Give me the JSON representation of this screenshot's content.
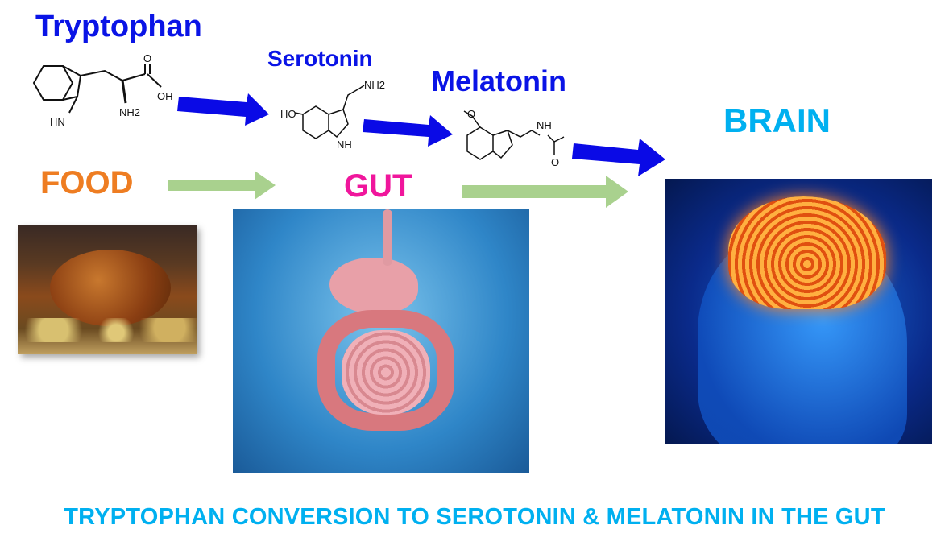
{
  "labels": {
    "tryptophan": "Tryptophan",
    "serotonin": "Serotonin",
    "melatonin": "Melatonin",
    "food": "FOOD",
    "gut": "GUT",
    "brain": "BRAIN"
  },
  "molecules": {
    "tryptophan": {
      "oh": "OH",
      "o": "O",
      "nh2": "NH2",
      "hn": "HN"
    },
    "serotonin": {
      "ho": "HO",
      "nh2": "NH2",
      "nh": "NH"
    },
    "melatonin": {
      "o": "O",
      "nh": "NH",
      "o2": "O"
    }
  },
  "caption": "TRYPTOPHAN CONVERSION TO SEROTONIN & MELATONIN IN THE GUT",
  "colors": {
    "molecule_label": "#0a14e6",
    "food": "#ee7d22",
    "gut": "#f0169c",
    "brain": "#00b0f0",
    "blue_arrow": "#0a0ae6",
    "green_arrow": "#a9d18e"
  }
}
